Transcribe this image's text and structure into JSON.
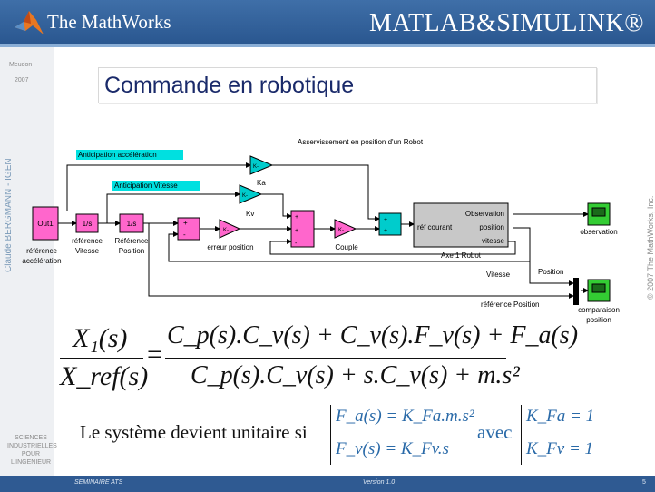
{
  "header": {
    "brand": "The MathWorks",
    "product": "MATLAB&SIMULINK®"
  },
  "left_labels": {
    "place": "Meudon",
    "year": "2007",
    "author": "Claude BERGMANN - IGEN",
    "school_lines": [
      "SCIENCES",
      "INDUSTRIELLES",
      "POUR",
      "L'INGENIEUR"
    ]
  },
  "copyright": "© 2007 The MathWorks, Inc.",
  "slide_title": "Commande en robotique",
  "diagram": {
    "title": "Asservissement en position d'un Robot",
    "blocks": {
      "out1": "Out1",
      "integrator": "1/s",
      "gain": "K-",
      "sum_plus": "+",
      "sum_minus": "-",
      "robot_lines": [
        "Observation",
        "réf courant",
        "position",
        "vitesse"
      ]
    },
    "labels": {
      "anticip_acc": "Anticipation accélération",
      "anticip_vit": "Anticipation Vitesse",
      "ka": "Ka",
      "kv": "Kv",
      "ref_acc_1": "référence",
      "ref_acc_2": "accélération",
      "ref_vit_1": "référence",
      "ref_vit_2": "Vitesse",
      "ref_pos_1": "Référence",
      "ref_pos_2": "Position",
      "erreur": "erreur position",
      "couple": "Couple",
      "axe": "Axe 1 Robot",
      "observation": "observation",
      "vitesse": "Vitesse",
      "position": "Position",
      "ref_position": "référence Position",
      "comparaison_1": "comparaison",
      "comparaison_2": "position"
    },
    "colors": {
      "source": "#ff66cc",
      "gain": "#00cccc",
      "scope": "#33cc33",
      "subsystem": "#c8c8c8",
      "annotation": "#00e0e0"
    }
  },
  "equation": {
    "lhs_num": "X₁(s)",
    "lhs_den": "X_ref(s)",
    "rhs_num": "C_p(s).C_v(s) + C_v(s).F_v(s) + F_a(s)",
    "rhs_den": "C_p(s).C_v(s) + s.C_v(s) + m.s²"
  },
  "system_text": {
    "lead": "Le système devient unitaire si",
    "avec": "avec",
    "fa": "F_a(s) = K_Fa.m.s²",
    "fv": "F_v(s) = K_Fv.s",
    "kfa": "K_Fa = 1",
    "kfv": "K_Fv = 1"
  },
  "footer": {
    "left": "SEMINAIRE ATS",
    "center": "Version 1.0",
    "page": "5"
  }
}
